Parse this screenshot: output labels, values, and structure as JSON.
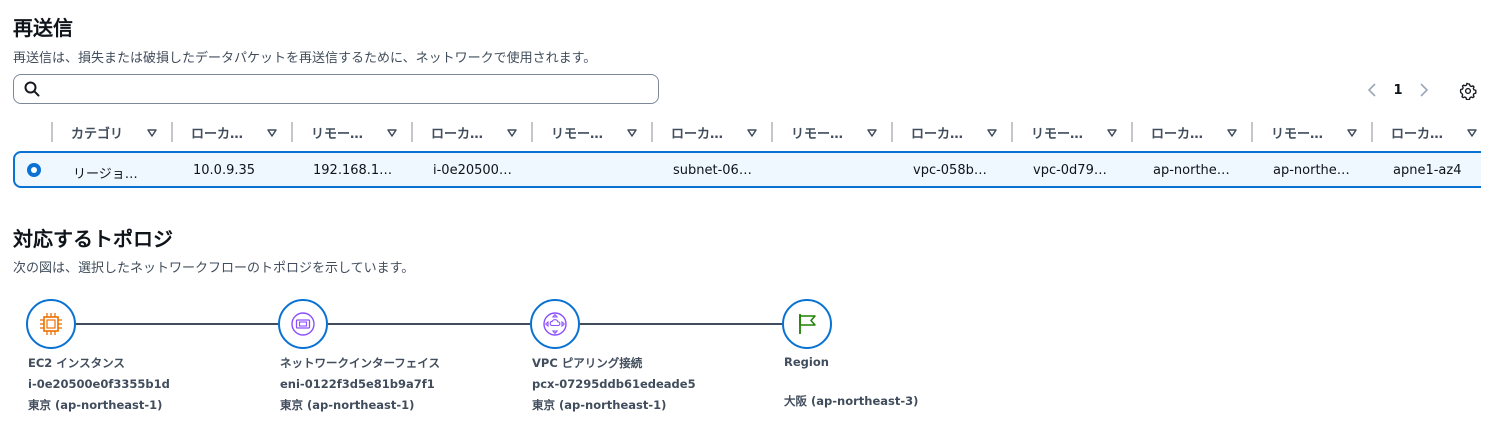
{
  "retransmissions": {
    "title": "再送信",
    "description": "再送信は、損失または破損したデータパケットを再送信するために、ネットワークで使用されます。",
    "search": {
      "placeholder": "",
      "value": ""
    },
    "pagination": {
      "current_page": "1"
    },
    "table": {
      "columns": [
        "カテゴリ",
        "ローカ…",
        "リモー…",
        "ローカ…",
        "リモー…",
        "ローカ…",
        "リモー…",
        "ローカ…",
        "リモー…",
        "ローカ…",
        "リモー…",
        "ローカ…"
      ],
      "rows": [
        {
          "selected": true,
          "cells": [
            "リージョ…",
            "10.0.9.35",
            "192.168.1…",
            "i-0e20500…",
            "",
            "subnet-06…",
            "",
            "vpc-058b…",
            "vpc-0d79…",
            "ap-northe…",
            "ap-northe…",
            "apne1-az4"
          ]
        }
      ]
    }
  },
  "topology": {
    "title": "対応するトポロジ",
    "description": "次の図は、選択したネットワークフローのトポロジを示しています。",
    "nodes": [
      {
        "icon": "ec2-instance-icon",
        "label": "EC2 インスタンス",
        "id": "i-0e20500e0f3355b1d",
        "region": "東京 (ap-northeast-1)"
      },
      {
        "icon": "network-interface-icon",
        "label": "ネットワークインターフェイス",
        "id": "eni-0122f3d5e81b9a7f1",
        "region": "東京 (ap-northeast-1)"
      },
      {
        "icon": "vpc-peering-icon",
        "label": "VPC ピアリング接続",
        "id": "pcx-07295ddb61edeade5",
        "region": "東京 (ap-northeast-1)"
      },
      {
        "icon": "region-flag-icon",
        "label": "Region",
        "id": "",
        "region": "大阪 (ap-northeast-3)"
      }
    ]
  },
  "colors": {
    "accent": "#0972d3",
    "ec2": "#ed7100",
    "network": "#8c4fff"
  }
}
